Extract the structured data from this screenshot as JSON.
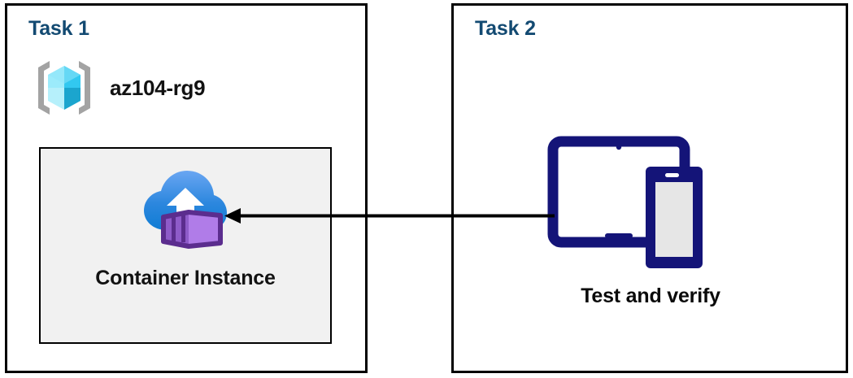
{
  "diagram": {
    "title_color": "#134A72",
    "panels": [
      {
        "id": "task1",
        "title": "Task 1",
        "resource_group": {
          "icon": "azure-resource-group-icon",
          "label": "az104-rg9"
        },
        "resource": {
          "icon": "azure-container-instance-icon",
          "label": "Container Instance",
          "box_fill": "#F1F1F1"
        }
      },
      {
        "id": "task2",
        "title": "Task 2",
        "resource": {
          "icon": "devices-tablet-phone-icon",
          "label": "Test and verify"
        }
      }
    ],
    "connector": {
      "name": "arrow-task2-to-task1",
      "direction": "right-to-left",
      "color": "#000000"
    },
    "colors": {
      "panel_border": "#000000",
      "cube_light": "#9CEBFB",
      "cube_mid": "#32C8F0",
      "cube_dark": "#1BA5CE",
      "bracket_gray": "#A3A3A3",
      "cloud_top": "#5A9BEF",
      "cloud_bottom": "#0F7CD4",
      "container_light": "#B07CE8",
      "container_dark": "#5B2D8E",
      "device_navy": "#141478",
      "phone_screen": "#E6E6E6"
    }
  }
}
